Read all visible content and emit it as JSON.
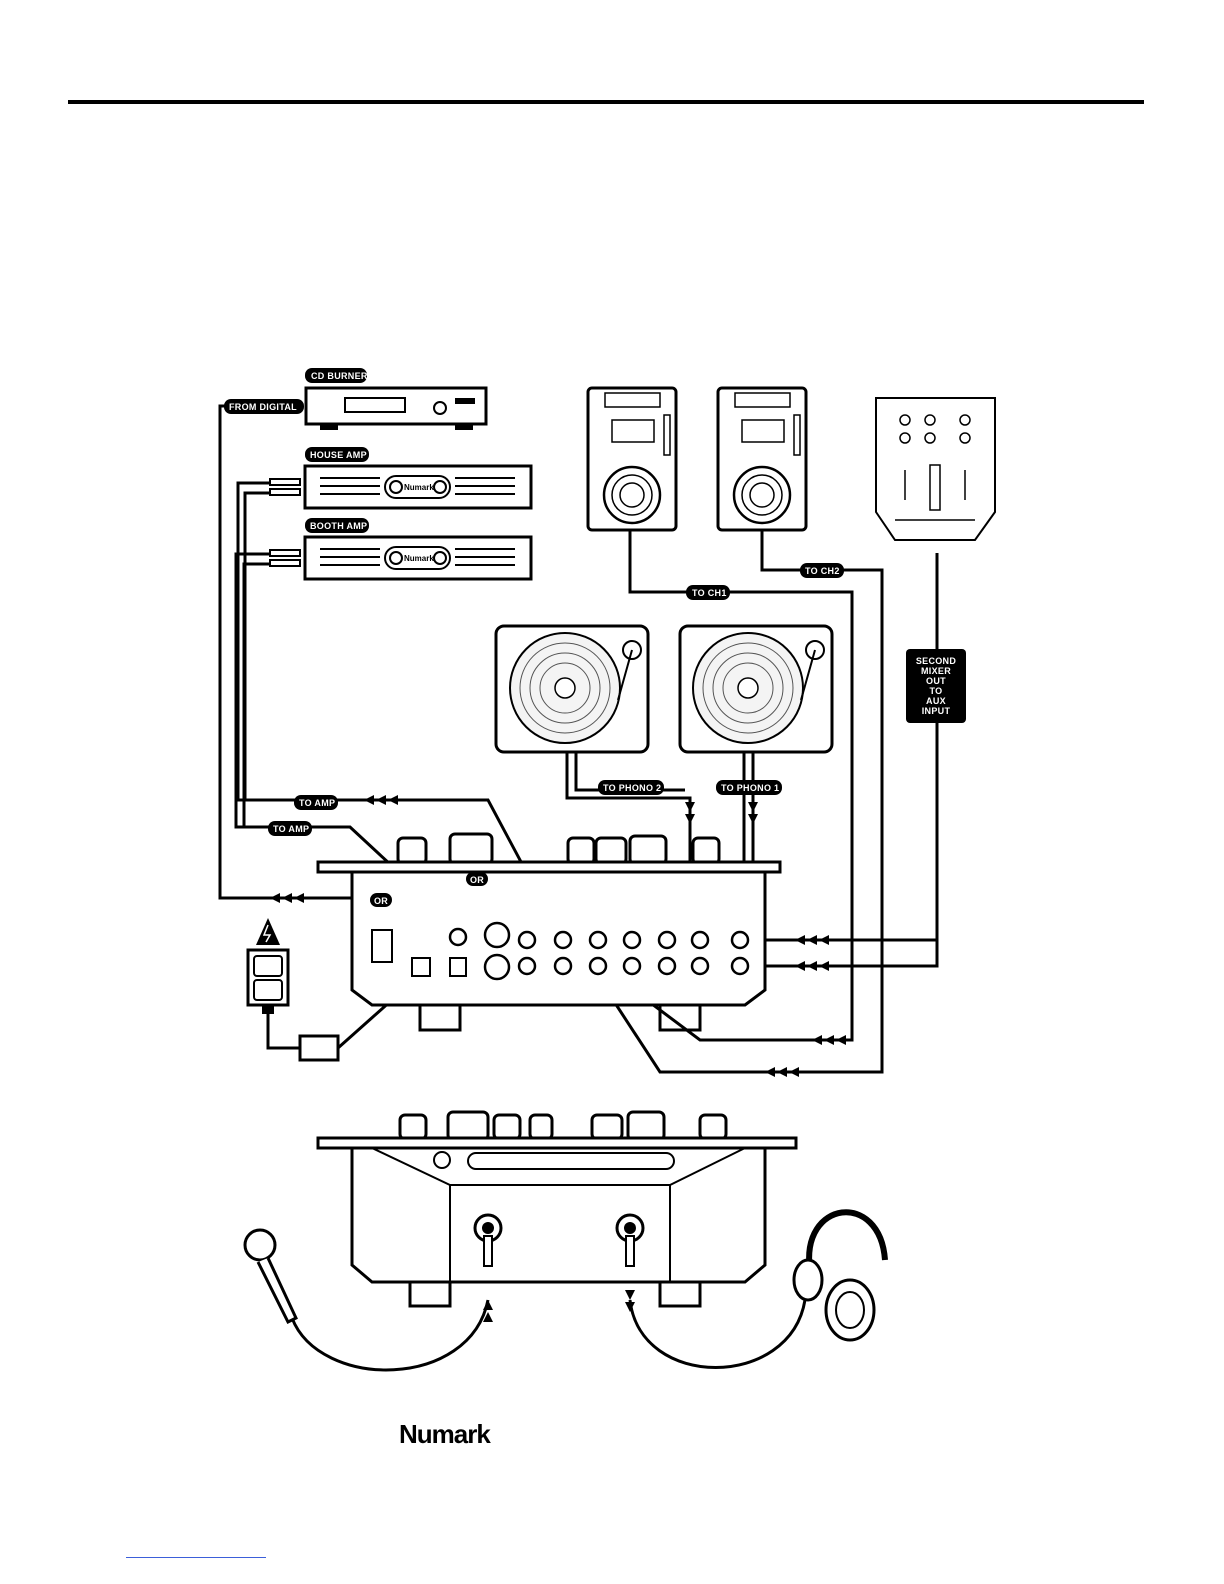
{
  "labels": {
    "cd_burner": "CD BURNER",
    "from_digital": "FROM DIGITAL",
    "house_amp": "HOUSE AMP",
    "booth_amp": "BOOTH AMP",
    "to_ch1": "TO CH1",
    "to_ch2": "TO CH2",
    "second_mixer": [
      "SECOND",
      "MIXER",
      "OUT",
      "TO",
      "AUX",
      "INPUT"
    ],
    "to_phono2": "TO PHONO 2",
    "to_phono1": "TO PHONO 1",
    "to_amp_1": "TO AMP",
    "to_amp_2": "TO AMP",
    "or_1": "OR",
    "or_2": "OR"
  },
  "device_brand": "Numark",
  "footer": {
    "brand": "Numark"
  }
}
